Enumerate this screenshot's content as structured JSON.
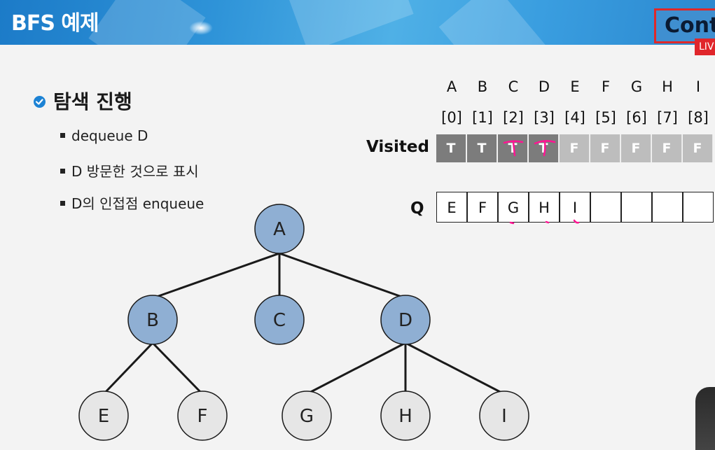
{
  "header": {
    "title": "BFS 예제",
    "corner_text": "Cont",
    "live_badge": "LIV"
  },
  "section": {
    "title": "탐색 진행",
    "items": [
      "dequeue D",
      "D 방문한 것으로 표시",
      "D의 인접점 enqueue"
    ]
  },
  "array": {
    "letters": [
      "A",
      "B",
      "C",
      "D",
      "E",
      "F",
      "G",
      "H",
      "I"
    ],
    "indices": [
      "[0]",
      "[1]",
      "[2]",
      "[3]",
      "[4]",
      "[5]",
      "[6]",
      "[7]",
      "[8]"
    ],
    "visited_label": "Visited",
    "visited": [
      "T",
      "T",
      "T",
      "T",
      "F",
      "F",
      "F",
      "F",
      "F"
    ],
    "visited_colors": [
      "#7c7c7c",
      "#7c7c7c",
      "#7c7c7c",
      "#7c7c7c",
      "#bdbdbd",
      "#bdbdbd",
      "#bdbdbd",
      "#bdbdbd",
      "#bdbdbd"
    ],
    "annotation_color": "#ff1493"
  },
  "queue": {
    "label": "Q",
    "cells": [
      "E",
      "F",
      "G",
      "H",
      "I",
      "",
      "",
      "",
      ""
    ]
  },
  "tree": {
    "nodes": [
      {
        "id": "A",
        "label": "A",
        "visited": true
      },
      {
        "id": "B",
        "label": "B",
        "visited": true
      },
      {
        "id": "C",
        "label": "C",
        "visited": true
      },
      {
        "id": "D",
        "label": "D",
        "visited": true
      },
      {
        "id": "E",
        "label": "E",
        "visited": false
      },
      {
        "id": "F",
        "label": "F",
        "visited": false
      },
      {
        "id": "G",
        "label": "G",
        "visited": false
      },
      {
        "id": "H",
        "label": "H",
        "visited": false
      },
      {
        "id": "I",
        "label": "I",
        "visited": false
      }
    ],
    "edges": [
      [
        "A",
        "B"
      ],
      [
        "A",
        "C"
      ],
      [
        "A",
        "D"
      ],
      [
        "B",
        "E"
      ],
      [
        "B",
        "F"
      ],
      [
        "D",
        "G"
      ],
      [
        "D",
        "H"
      ],
      [
        "D",
        "I"
      ]
    ],
    "colors": {
      "visited_fill": "#8fafd3",
      "unvisited_fill": "#e6e6e6",
      "stroke": "#1a1a1a"
    }
  }
}
